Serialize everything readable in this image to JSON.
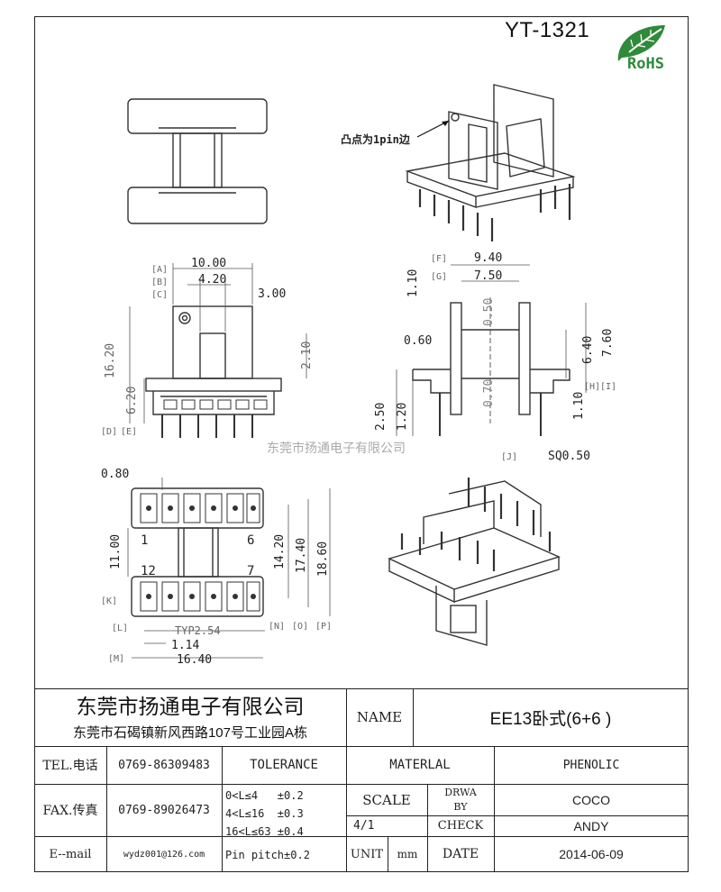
{
  "part_number": "YT-1321",
  "rohs_label": "RoHS",
  "callout_pin1": "凸点为1pin边",
  "watermark": "东莞市扬通电子有限公司",
  "dims": {
    "a": "10.00",
    "b": "4.20",
    "c": "3.00",
    "h_total": "16.20",
    "h_base": "6.20",
    "slot": "2.10",
    "f": "9.40",
    "g": "7.50",
    "w110": "1.10",
    "w050": "0.50",
    "w060": "0.60",
    "h640": "6.40",
    "h760": "7.60",
    "w070": "0.70",
    "h250": "2.50",
    "h120": "1.20",
    "w110b": "1.10",
    "sq": "SQ0.50",
    "bot_080": "0.80",
    "bot_1100": "11.00",
    "bot_1420": "14.20",
    "bot_1740": "17.40",
    "bot_1860": "18.60",
    "typ": "TYP2.54",
    "bot_114": "1.14",
    "bot_1640": "16.40"
  },
  "letters": {
    "A": "[A]",
    "B": "[B]",
    "C": "[C]",
    "D": "[D]",
    "E": "[E]",
    "F": "[F]",
    "G": "[G]",
    "H": "[H]",
    "I": "[I]",
    "J": "[J]",
    "K": "[K]",
    "L": "[L]",
    "M": "[M]",
    "N": "[N]",
    "O": "[O]",
    "P": "[P]"
  },
  "pins": {
    "p1": "1",
    "p6": "6",
    "p12": "12",
    "p7": "7"
  },
  "title_block": {
    "company_name": "东莞市扬通电子有限公司",
    "company_address": "东莞市石碣镇新风西路107号工业园A栋",
    "name_label": "NAME",
    "name_value": "EE13卧式(6+6 )",
    "tel_label": "TEL.电话",
    "tel_value": "0769-86309483",
    "tolerance_label": "TOLERANCE",
    "material_label": "MATERLAL",
    "material_value": "PHENOLIC",
    "fax_label": "FAX.传真",
    "fax_value": "0769-89026473",
    "tol_1": "0<L≤4   ±0.2",
    "tol_2": "4<L≤16  ±0.3",
    "tol_3": "16<L≤63 ±0.4",
    "tol_4": "Pin pitch±0.2",
    "scale_label": "SCALE",
    "scale_value": "4/1",
    "drawn_label_1": "DRWA",
    "drawn_label_2": "BY",
    "drawn_value": "COCO",
    "check_label": "CHECK",
    "check_value": "ANDY",
    "email_label": "E--mail",
    "email_value": "wydz001@126.com",
    "unit_label": "UNIT",
    "unit_value": "mm",
    "date_label": "DATE",
    "date_value": "2014-06-09"
  }
}
